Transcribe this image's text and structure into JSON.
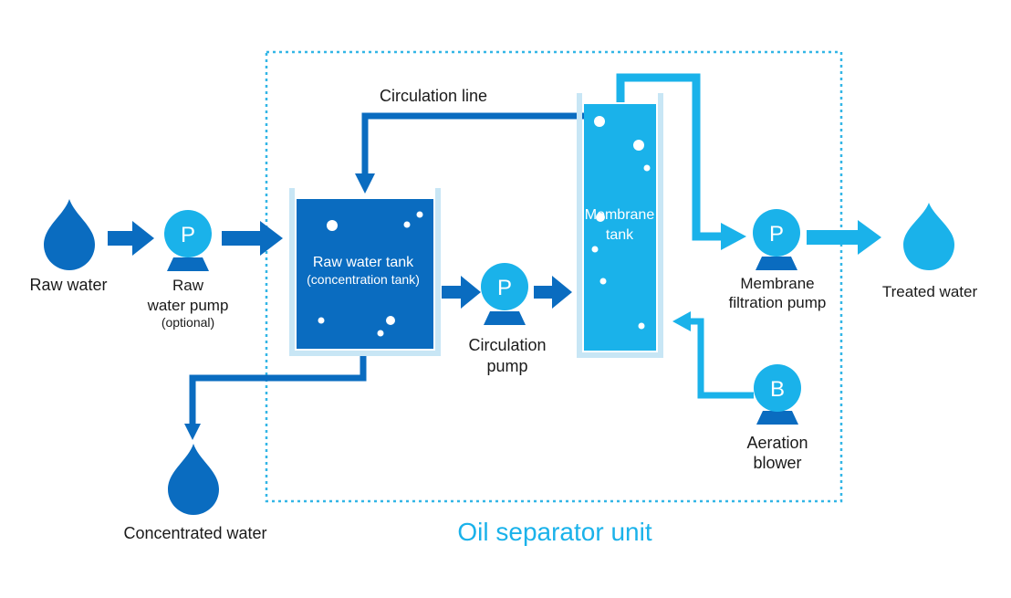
{
  "colors": {
    "dark_blue": "#0a6cc0",
    "light_blue": "#1ab2ea",
    "pale_blue": "#c8e6f5",
    "unit_border": "#33b6e6",
    "text": "#1a1a1a"
  },
  "labels": {
    "raw_water": "Raw water",
    "raw_pump_1": "Raw",
    "raw_pump_2": "water pump",
    "raw_pump_3": "(optional)",
    "raw_tank_1": "Raw water tank",
    "raw_tank_2": "(concentration tank)",
    "circulation_line": "Circulation line",
    "circ_pump_1": "Circulation",
    "circ_pump_2": "pump",
    "membrane_tank_1": "Membrane",
    "membrane_tank_2": "tank",
    "filt_pump_1": "Membrane",
    "filt_pump_2": "filtration pump",
    "treated_water": "Treated water",
    "blower_1": "Aeration",
    "blower_2": "blower",
    "concentrated_water": "Concentrated water",
    "unit_title": "Oil separator unit"
  },
  "symbols": {
    "pump_letter": "P",
    "blower_letter": "B"
  },
  "icons": {
    "drop": "water-drop-icon",
    "pump": "pump-icon",
    "blower": "blower-icon"
  }
}
